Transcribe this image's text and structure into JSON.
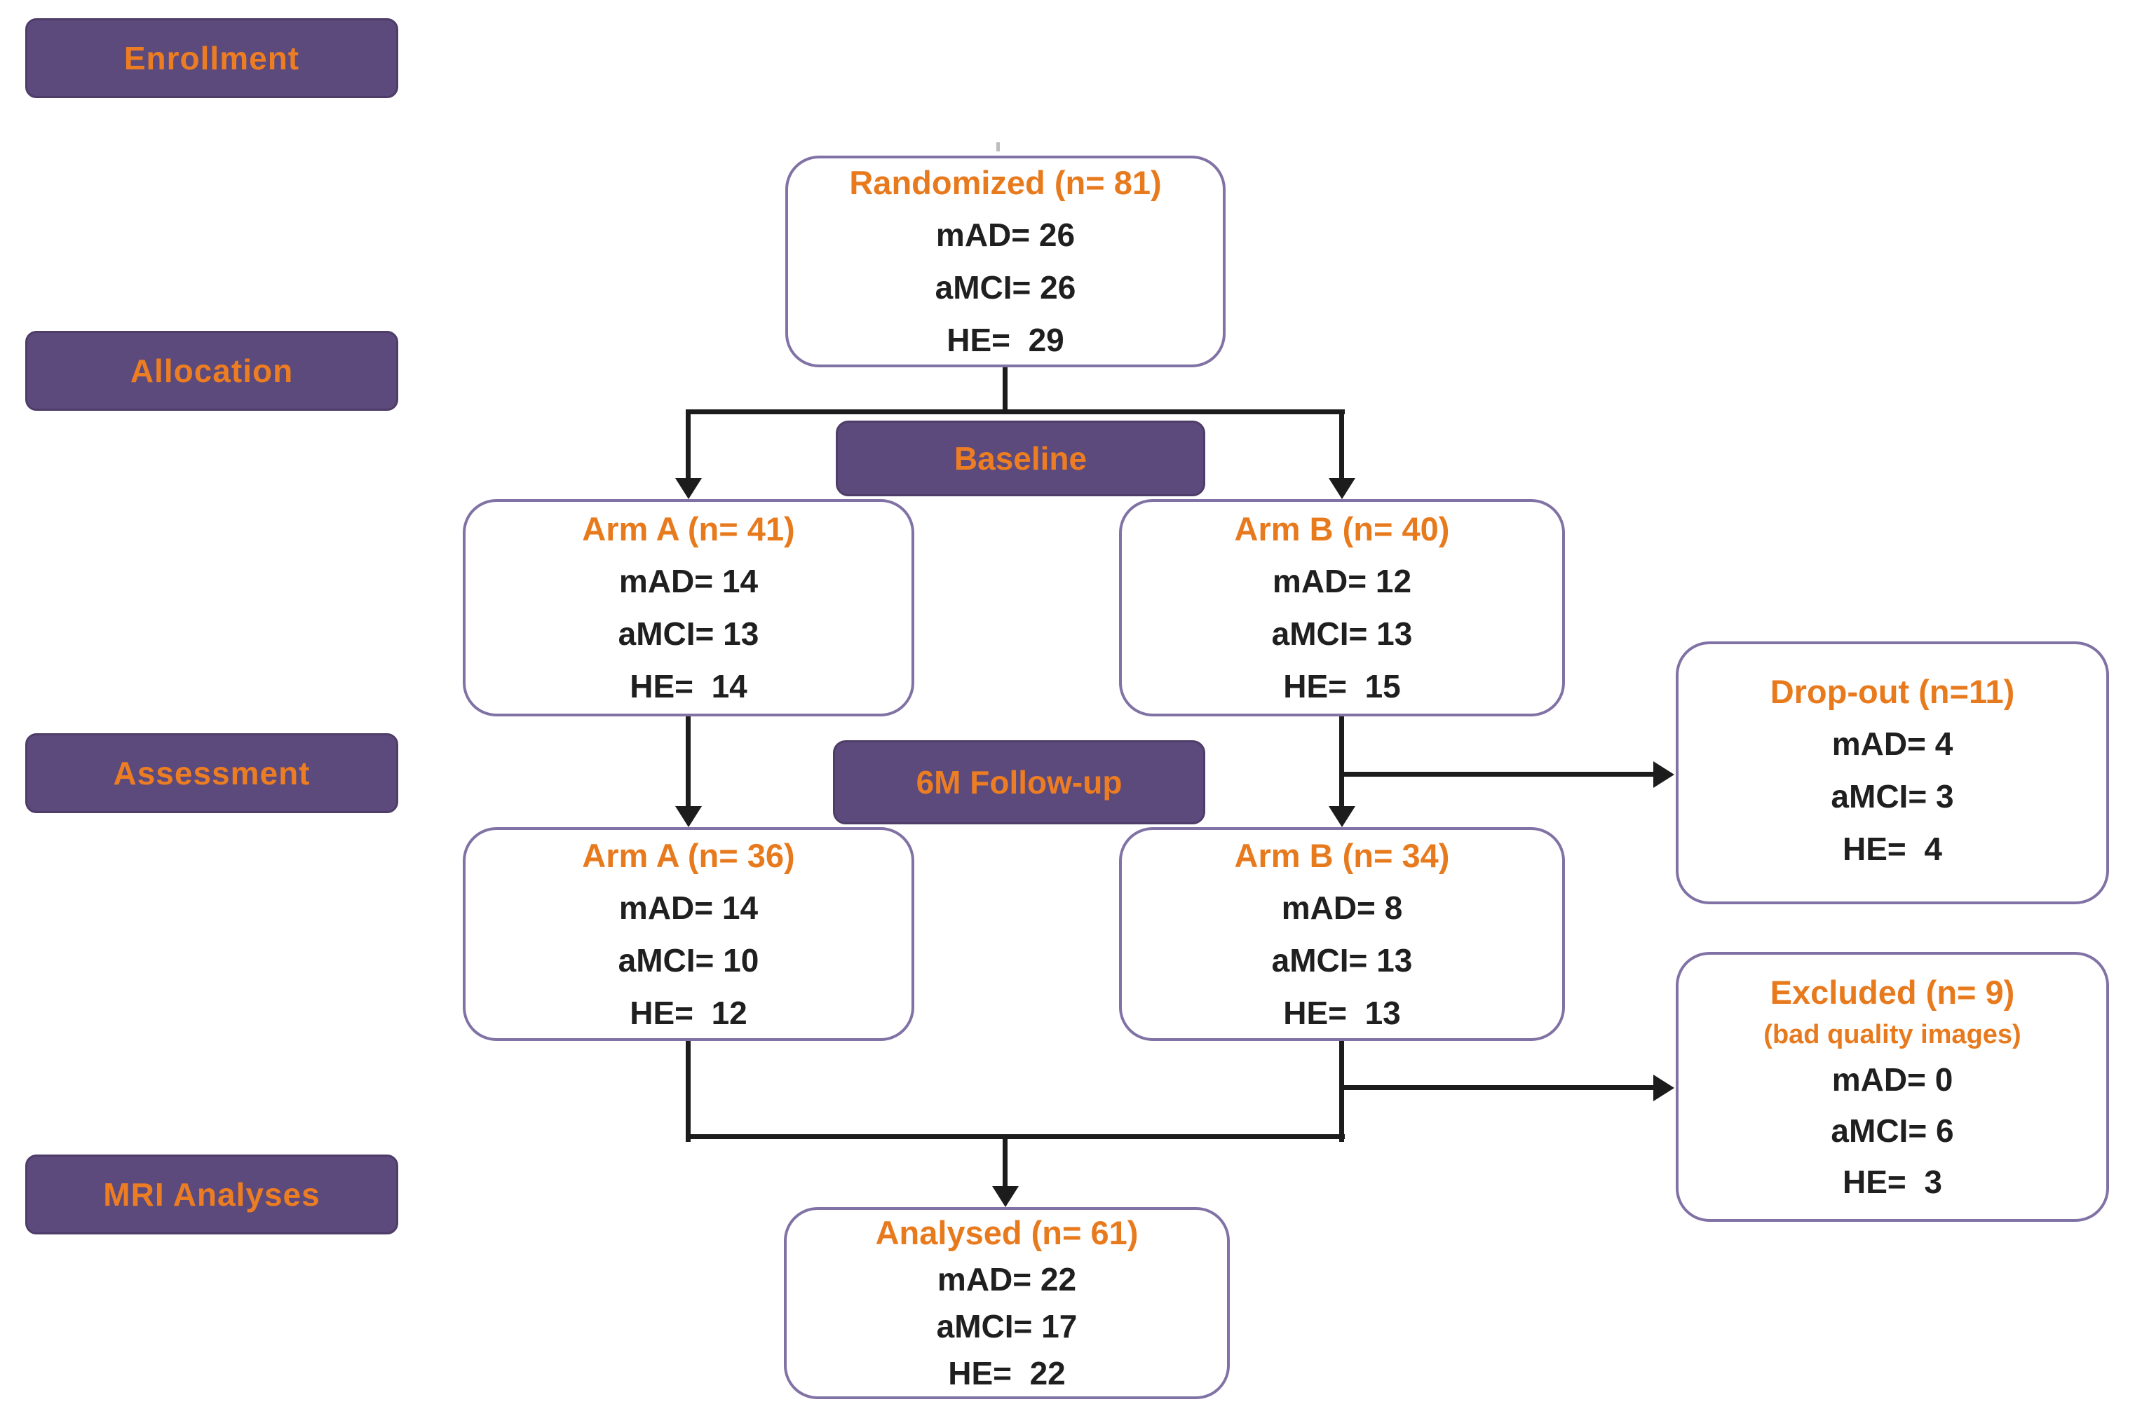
{
  "palette": {
    "purple_fill": "#5b4a7b",
    "purple_border": "#8172a5",
    "orange_text": "#e87a1e",
    "black_text": "#1f1f1f",
    "arrow_color": "#1c1c1c"
  },
  "stages": [
    {
      "label": "Enrollment"
    },
    {
      "label": "Allocation"
    },
    {
      "label": "Assessment"
    },
    {
      "label": "MRI Analyses"
    }
  ],
  "phase_tags": [
    {
      "label": "Baseline"
    },
    {
      "label": "6M Follow-up"
    }
  ],
  "nodes": {
    "randomized": {
      "title": "Randomized (n= 81)",
      "lines": [
        "mAD= 26",
        "aMCI= 26",
        "HE=  29"
      ]
    },
    "arm_a_baseline": {
      "title": "Arm A (n= 41)",
      "lines": [
        "mAD= 14",
        "aMCI= 13",
        "HE=  14"
      ]
    },
    "arm_b_baseline": {
      "title": "Arm B (n= 40)",
      "lines": [
        "mAD= 12",
        "aMCI= 13",
        "HE=  15"
      ]
    },
    "dropout": {
      "title": "Drop-out (n=11)",
      "lines": [
        "mAD= 4",
        "aMCI= 3",
        "HE=  4"
      ]
    },
    "arm_a_followup": {
      "title": "Arm A (n= 36)",
      "lines": [
        "mAD= 14",
        "aMCI= 10",
        "HE=  12"
      ]
    },
    "arm_b_followup": {
      "title": "Arm B (n= 34)",
      "lines": [
        "mAD= 8",
        "aMCI= 13",
        "HE=  13"
      ]
    },
    "excluded": {
      "title": "Excluded (n= 9)",
      "subtitle": "(bad quality images)",
      "lines": [
        "mAD= 0",
        "aMCI= 6",
        "HE=  3"
      ]
    },
    "analysed": {
      "title": "Analysed (n= 61)",
      "lines": [
        "mAD= 22",
        "aMCI= 17",
        "HE=  22"
      ]
    }
  }
}
